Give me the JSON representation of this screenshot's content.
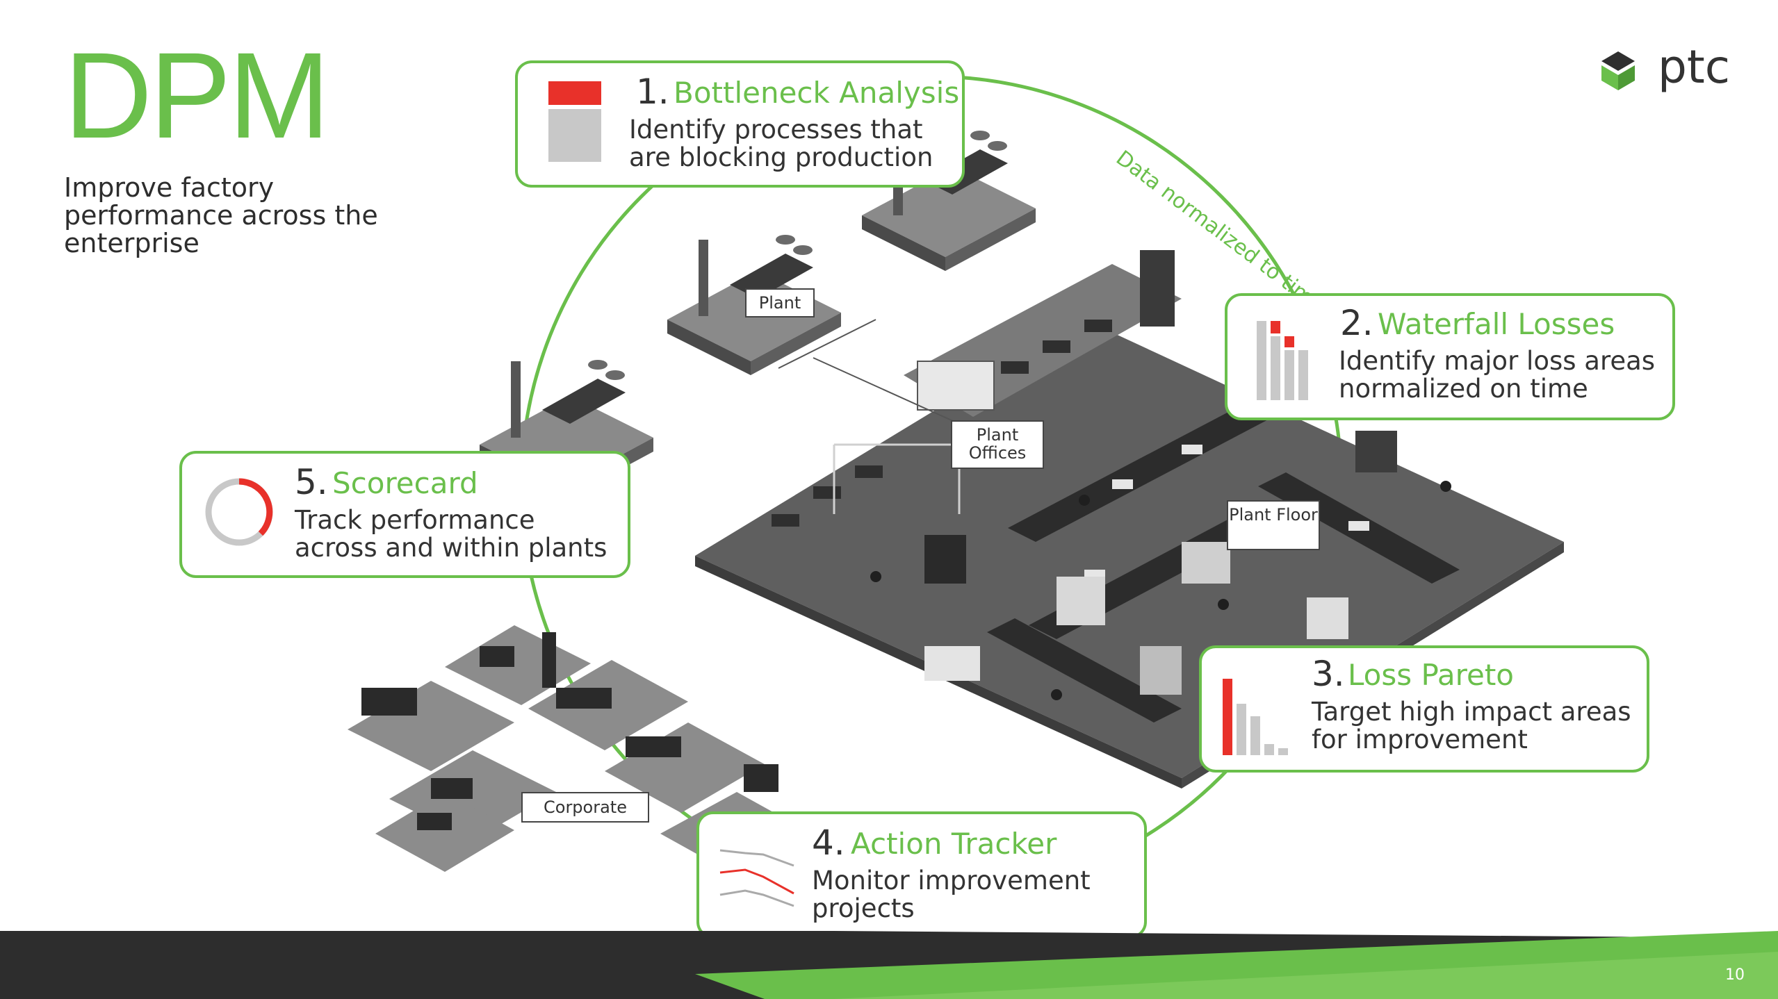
{
  "slide": {
    "title": "DPM",
    "subtitle": "Improve factory performance across the enterprise",
    "page_number": "10",
    "logo_text": "ptc",
    "accent_color": "#6abf4b",
    "alert_color": "#e8312a",
    "neutral_color": "#c8c8c8"
  },
  "cycle_label": "Data normalized to time",
  "cards": [
    {
      "num": "1.",
      "title": "Bottleneck Analysis",
      "desc": "Identify processes that are blocking production",
      "icon": "bottleneck-icon"
    },
    {
      "num": "2.",
      "title": "Waterfall Losses",
      "desc": "Identify major loss areas normalized on time",
      "icon": "waterfall-chart-icon"
    },
    {
      "num": "3.",
      "title": "Loss Pareto",
      "desc": "Target high impact areas for improvement",
      "icon": "pareto-chart-icon"
    },
    {
      "num": "4.",
      "title": "Action Tracker",
      "desc": "Monitor improvement projects",
      "icon": "trend-lines-icon"
    },
    {
      "num": "5.",
      "title": "Scorecard",
      "desc": "Track performance across and within plants",
      "icon": "donut-gauge-icon"
    }
  ],
  "location_tags": {
    "plant": "Plant",
    "plant_offices": "Plant Offices",
    "plant_floor": "Plant Floor",
    "corporate": "Corporate"
  }
}
